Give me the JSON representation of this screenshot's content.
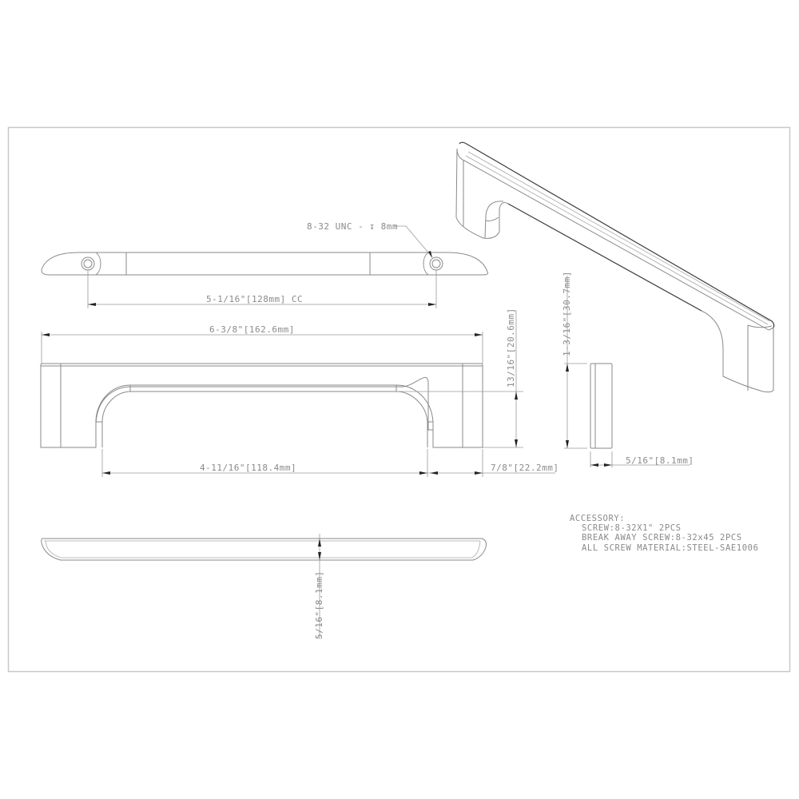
{
  "drawing": {
    "title": "Cabinet pull technical drawing",
    "colors": {
      "line": "#8a8a8a",
      "arrow": "#222222",
      "frame": "#c8c8c8",
      "background": "#ffffff"
    }
  },
  "callouts": {
    "thread": "8-32 UNC - ↧ 8mm"
  },
  "dimensions": {
    "center_to_center": "5-1/16\"[128mm] CC",
    "overall_length": "6-3/8\"[162.6mm]",
    "inner_length": "4-11/16\"[118.4mm]",
    "foot_length": "7/8\"[22.2mm]",
    "front_height": "13/16\"[20.6mm]",
    "side_height": "1-3/16\"[30.7mm]",
    "side_width": "5/16\"[8.1mm]",
    "bottom_thickness": "5/16\"[8.1mm]"
  },
  "accessory": {
    "heading": "ACCESSORY:",
    "lines": [
      "SCREW:8-32X1\" 2PCS",
      "BREAK AWAY SCREW:8-32x45 2PCS",
      "ALL SCREW MATERIAL:STEEL-SAE1006"
    ]
  }
}
